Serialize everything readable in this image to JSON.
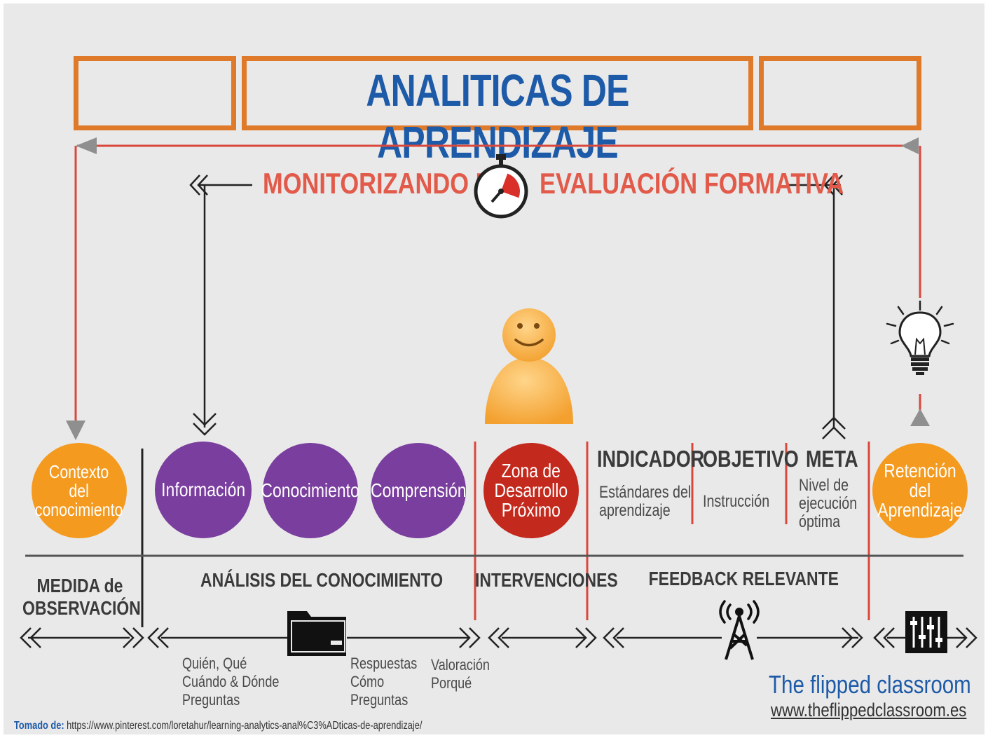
{
  "title": "ANALITICAS DE APRENDIZAJE",
  "monitor": {
    "left": "MONITORIZANDO LA",
    "right": "EVALUACIÓN FORMATIVA"
  },
  "circles": {
    "contexto": "Contexto\ndel\nconocimiento",
    "informacion": "Información",
    "conocimiento": "Conocimiento",
    "comprension": "Comprensión",
    "zona": "Zona de\nDesarrollo\nPróximo",
    "retencion": "Retención del\nAprendizaje"
  },
  "columns": {
    "indicador": {
      "title": "INDICADOR",
      "text": "Estándares del\naprendizaje"
    },
    "objetivo": {
      "title": "OBJETIVO",
      "text": "Instrucción"
    },
    "meta": {
      "title": "META",
      "text": "Nivel de\nejecución\nóptima"
    }
  },
  "bottom": {
    "medida": "MEDIDA de\nOBSERVACIÓN",
    "analisis": "ANÁLISIS DEL CONOCIMIENTO",
    "intervenciones": "INTERVENCIONES",
    "feedback": "FEEDBACK RELEVANTE"
  },
  "notes": {
    "quien": "Quién, Qué\nCuándo & Dónde\nPreguntas",
    "respuestas": "Respuestas\nCómo\nPreguntas",
    "valoracion": "Valoración\nPorqué"
  },
  "brand": {
    "name": "The flipped classroom",
    "url": "www.theflippedclassroom.es"
  },
  "footer": {
    "label": "Tomado de:",
    "url": "https://www.pinterest.com/loretahur/learning-analytics-anal%C3%ADticas-de-aprendizaje/"
  },
  "colors": {
    "title_blue": "#1d5aa8",
    "box_orange": "#e07a2b",
    "monitor_red": "#e25a4a",
    "circle_purple": "#7a3e9e",
    "circle_orange": "#f49a1f",
    "circle_red": "#c4291d"
  }
}
